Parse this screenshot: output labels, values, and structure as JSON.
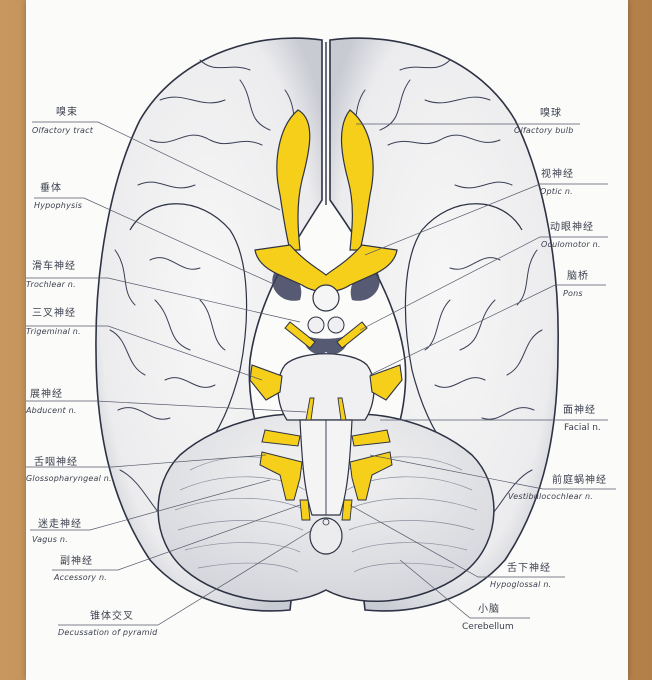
{
  "labels_left": [
    {
      "cn": "嗅束",
      "en": "Olfactory tract"
    },
    {
      "cn": "垂体",
      "en": "Hypophysis"
    },
    {
      "cn": "滑车神经",
      "en": "Trochlear n."
    },
    {
      "cn": "三叉神经",
      "en": "Trigeminal n."
    },
    {
      "cn": "展神经",
      "en": "Abducent n."
    },
    {
      "cn": "舌咽神经",
      "en": "Glossopharyngeal n."
    },
    {
      "cn": "迷走神经",
      "en": "Vagus n."
    },
    {
      "cn": "副神经",
      "en": "Accessory n."
    },
    {
      "cn": "锥体交叉",
      "en": "Decussation of pyramid"
    }
  ],
  "labels_right": [
    {
      "cn": "嗅球",
      "en": "Olfactory bulb"
    },
    {
      "cn": "视神经",
      "en": "Optic n."
    },
    {
      "cn": "动眼神经",
      "en": "Oculomotor n."
    },
    {
      "cn": "脑桥",
      "en": "Pons"
    },
    {
      "cn": "面神经",
      "en": "Facial n."
    },
    {
      "cn": "前庭蜗神经",
      "en": "Vestibulocochlear n."
    },
    {
      "cn": "舌下神经",
      "en": "Hypoglossal n."
    },
    {
      "cn": "小脑",
      "en": "Cerebellum"
    }
  ],
  "colors": {
    "nerve": "#f6cf1b",
    "nerve_dark": "#e4b400",
    "ink": "#2e3344",
    "shade": "#3a3f5c",
    "paper": "#fbfbf9",
    "brain": "#eeeeef"
  }
}
